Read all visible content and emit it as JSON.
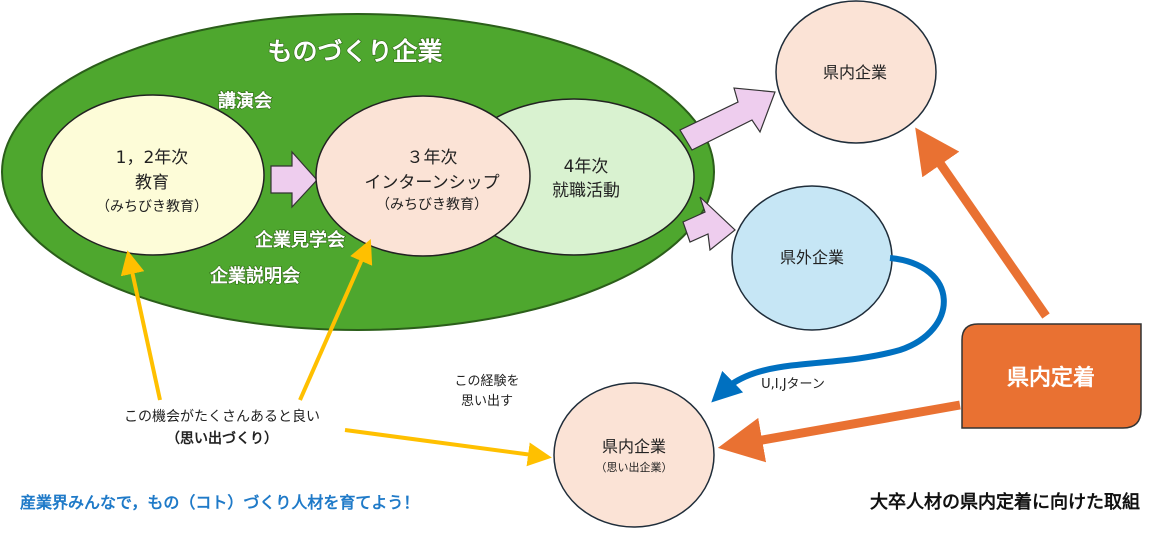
{
  "outer": {
    "title": "ものづくり企業",
    "events": [
      "講演会",
      "企業見学会",
      "企業説明会"
    ]
  },
  "stage1": {
    "line1": "1，2年次",
    "line2": "教育",
    "line3": "（みちびき教育）"
  },
  "stage2": {
    "line1": "３年次",
    "line2": "インターンシップ",
    "line3": "（みちびき教育）"
  },
  "stage3": {
    "line1": "4年次",
    "line2": "就職活動"
  },
  "company_in_pref_top": "県内企業",
  "company_out_pref": "県外企業",
  "company_in_pref_bottom": {
    "line1": "県内企業",
    "line2": "（思い出企業）"
  },
  "uij_turn": "U,I,Jターン",
  "recall": {
    "line1": "この経験を",
    "line2": "思い出す"
  },
  "opportunity": {
    "line1": "この機会がたくさんあると良い",
    "line2": "（思い出づくり）"
  },
  "settle_box": "県内定着",
  "slogan": "産業界みんなで，もの（コト）づくり人材を育てよう！",
  "caption": "大卒人材の県内定着に向けた取組",
  "colors": {
    "green": "#4ea72e",
    "yellow": "#fdfcd8",
    "peach": "#fbe3d6",
    "lightgreen": "#d9f2d0",
    "blue": "#c6e6f5",
    "pink": "#eecdee",
    "orange": "#e97132",
    "gold": "#ffc000",
    "arrowblue": "#0070c0",
    "sloganblue": "#1f7ac8"
  }
}
